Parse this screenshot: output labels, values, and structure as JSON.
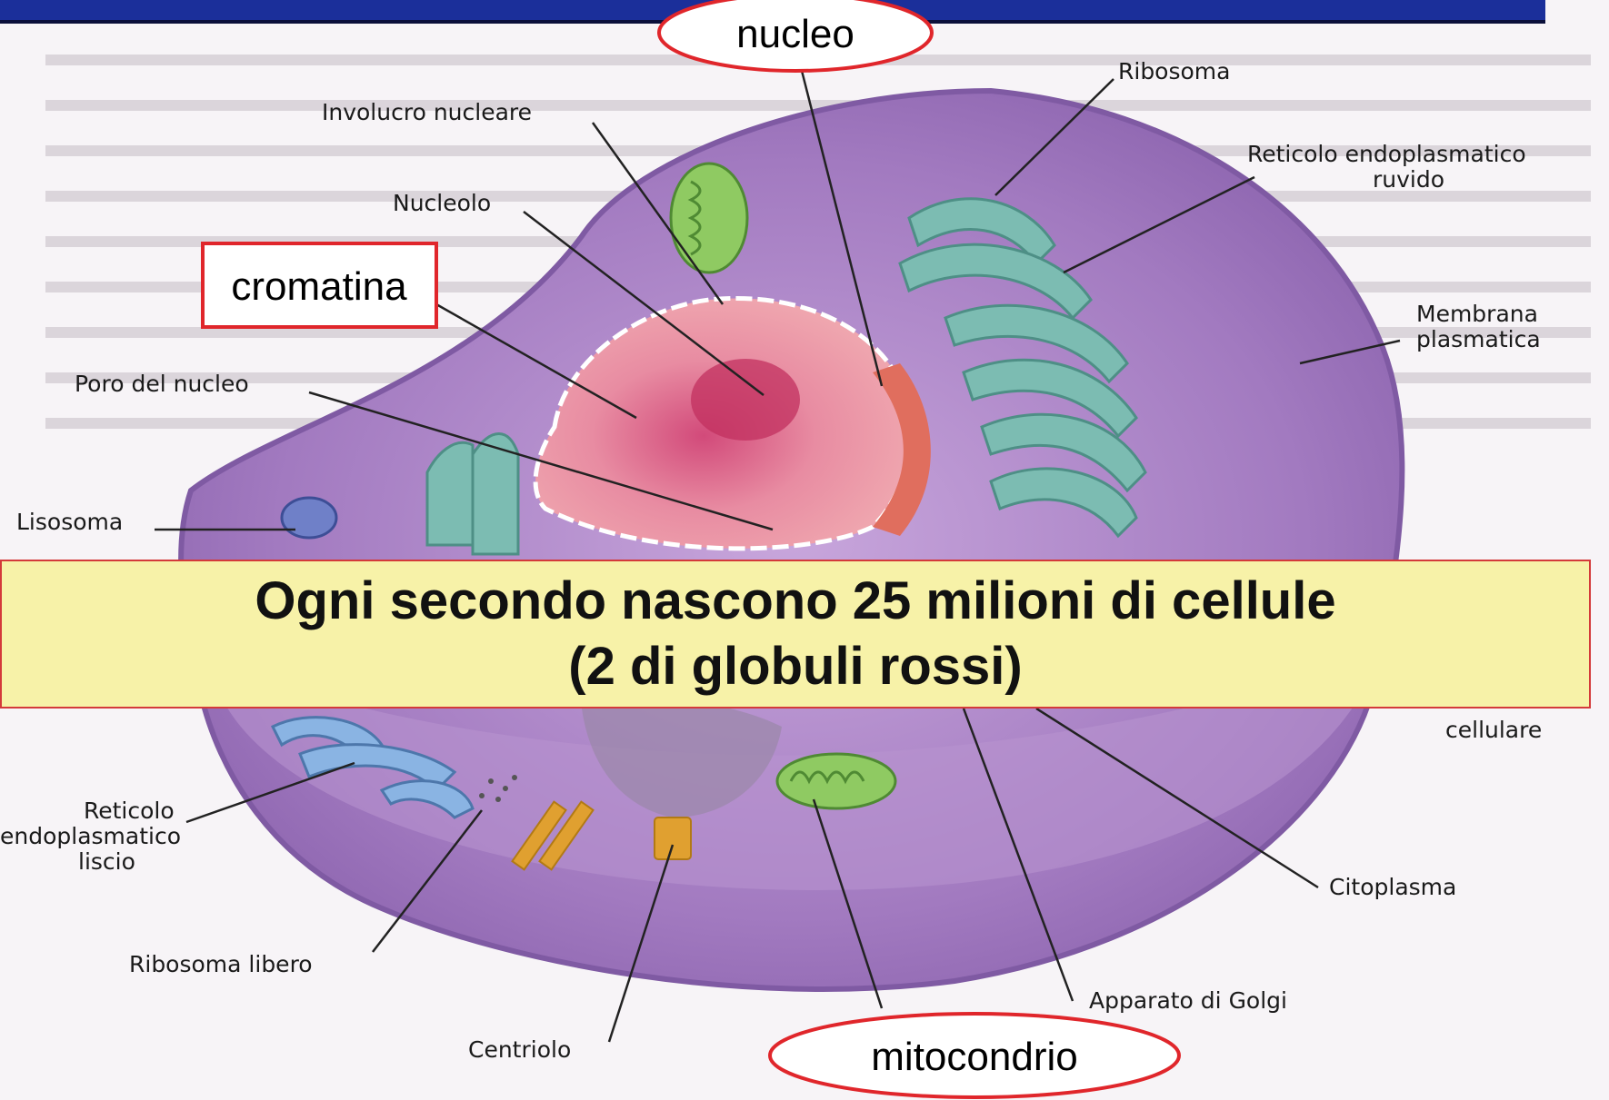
{
  "banner": {
    "line1": "Ogni secondo nascono 25 milioni di cellule",
    "line2": "(2 di globuli rossi)"
  },
  "highlights": {
    "nucleo": "nucleo",
    "mitocondrio": "mitocondrio",
    "cromatina": "cromatina"
  },
  "labels": {
    "ribosoma": "Ribosoma",
    "involucro": "Involucro nucleare",
    "rer_1": "Reticolo endoplasmatico",
    "rer_2": "ruvido",
    "nucleolo": "Nucleolo",
    "membrana_1": "Membrana",
    "membrana_2": "plasmatica",
    "poro": "Poro del nucleo",
    "lisosoma": "Lisosoma",
    "cellulare": "cellulare",
    "rel_1": "Reticolo",
    "rel_2": "endoplasmatico",
    "rel_3": "liscio",
    "citoplasma": "Citoplasma",
    "ribosoma_libero": "Ribosoma libero",
    "golgi": "Apparato di Golgi",
    "centriolo": "Centriolo"
  },
  "colors": {
    "cell": "#a77bc4",
    "nucleus": "#e07d8a",
    "er": "#79b7ae",
    "mito": "#8fca62",
    "highlight_border": "#e0262b",
    "banner_bg": "#f7f2a8"
  }
}
